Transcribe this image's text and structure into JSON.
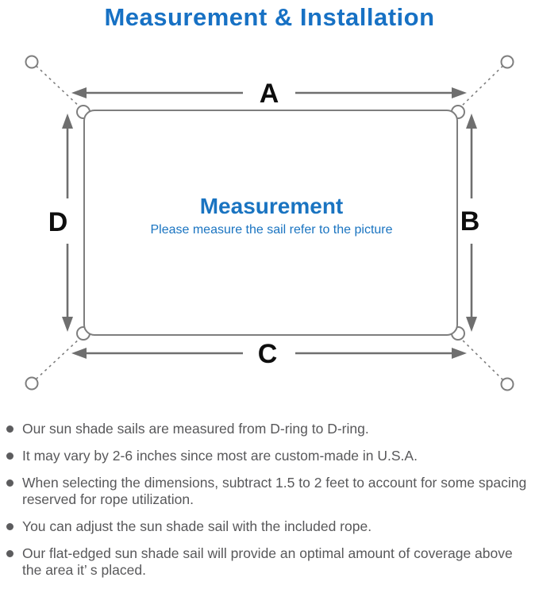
{
  "page": {
    "title": "Measurement & Installation"
  },
  "diagram": {
    "dimension_labels": {
      "top": "A",
      "right": "B",
      "bottom": "C",
      "left": "D"
    },
    "center": {
      "heading": "Measurement",
      "subheading": "Please measure the sail refer to the picture"
    }
  },
  "notes": {
    "items": [
      {
        "text": "Our sun shade sails are measured from D-ring to D-ring."
      },
      {
        "text": "It may vary by 2-6 inches since most are custom-made in U.S.A."
      },
      {
        "text": "When selecting the dimensions, subtract 1.5 to 2 feet to account for some spacing reserved for rope utilization."
      },
      {
        "text": "You can adjust the sun shade sail with the included rope."
      },
      {
        "text": "Our flat-edged sun shade sail will provide an optimal amount of coverage above the area it’ s placed."
      }
    ]
  },
  "colors": {
    "title-blue": "#1771c4",
    "center-blue": "#1a74c1",
    "line-gray": "#7e7e7e",
    "arrow-gray": "#6f6f6f",
    "label-black": "#0e0e0e",
    "text-gray": "#58585a",
    "bullet-gray": "#5c5c5e"
  }
}
